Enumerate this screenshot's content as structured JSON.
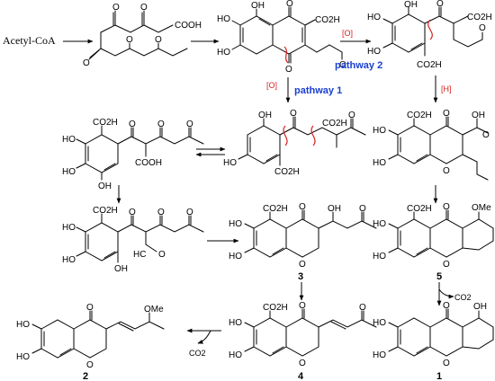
{
  "scheme": {
    "starter": "Acetyl-CoA",
    "atoms": {
      "OH": "OH",
      "HO": "HO",
      "O": "O",
      "CO2H": "CO2H",
      "COOH": "COOH",
      "HCO": "HC",
      "OMe": "OMe",
      "CO2": "CO2"
    },
    "reagents": {
      "oxidation": "[O]",
      "reduction": "[H]"
    },
    "pathways": {
      "p1": "pathway 1",
      "p2": "pathway 2"
    },
    "compounds": {
      "c1": "1",
      "c2": "2",
      "c3": "3",
      "c4": "4",
      "c5": "5"
    }
  }
}
